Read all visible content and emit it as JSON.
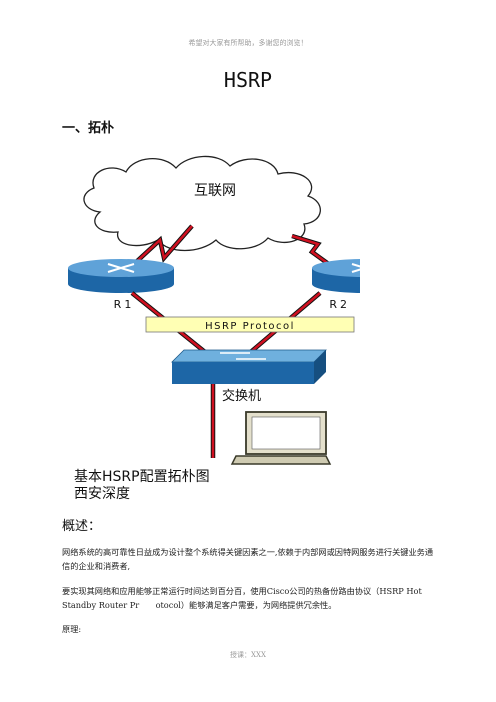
{
  "header_note": "希望对大家有所帮助，多谢您的浏览！",
  "title": "HSRP",
  "section_heading": "一、拓朴",
  "diagram": {
    "internet_label": "互联网",
    "router_left_label": "R1",
    "router_right_label": "R2",
    "protocol_label": "HSRP Protocol",
    "switch_label": "交换机",
    "caption_line1": "基本HSRP配置拓朴图",
    "caption_line2": "西安深度"
  },
  "overview_heading": "概述：",
  "paragraphs": {
    "p1": "网络系统的高可靠性日益成为设计整个系统得关键因素之一,依赖于内部网或因特网服务进行关键业务通信的企业和消费者,",
    "p2": "要实现其网络和应用能够正常运行时间达到百分百，使用Cisco公司的热备份路由协议（HSRP Hot Standby Router Pr　　otocol）能够满足客户需要，为网络提供冗余性。",
    "p3": "原理:"
  },
  "footer_note": "授课：XXX"
}
